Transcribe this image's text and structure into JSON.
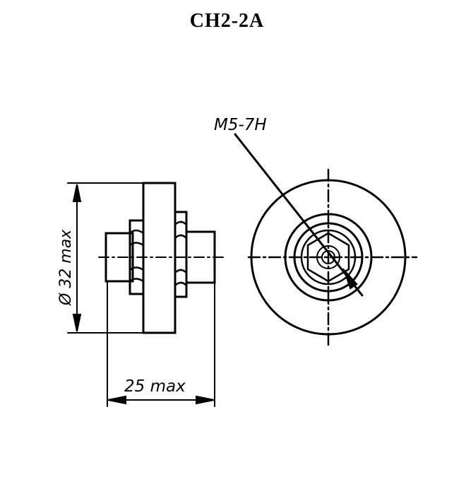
{
  "title": "СН2-2А",
  "labels": {
    "thread": "M5-7H",
    "diameter": "Ø 32 max",
    "length": "25 max"
  }
}
